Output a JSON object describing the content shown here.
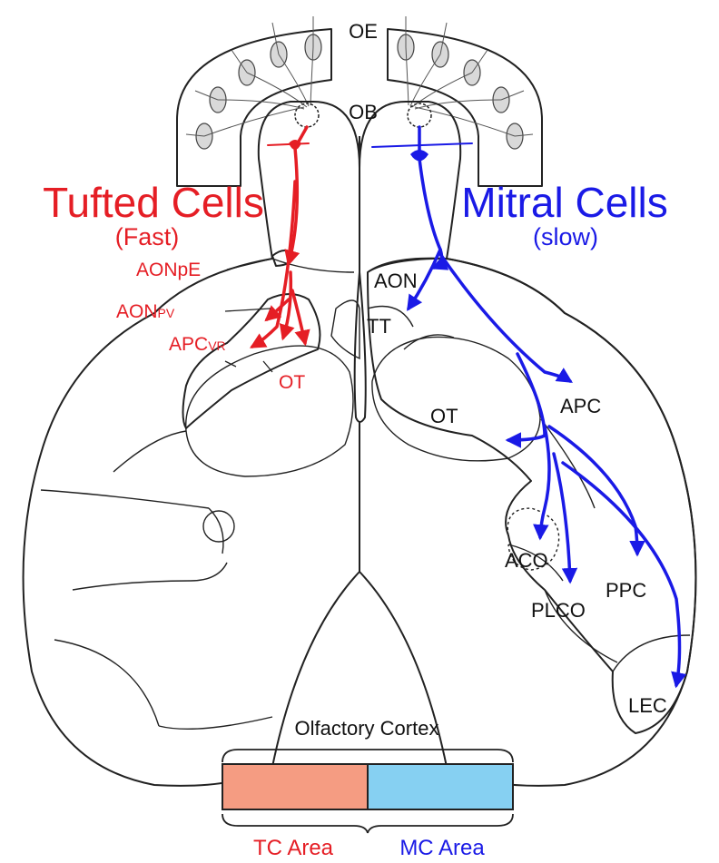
{
  "labels": {
    "oe": "OE",
    "ob": "OB",
    "tufted_title": "Tufted Cells",
    "tufted_speed": "(Fast)",
    "mitral_title": "Mitral Cells",
    "mitral_speed": "(slow)",
    "aonpe_main": "AONpE",
    "aonpv_main": "AON",
    "aonpv_sub": "PV",
    "apcvr_main": "APC",
    "apcvr_sub": "VR",
    "ot_left": "OT",
    "aon_right": "AON",
    "tt": "TT",
    "ot_right": "OT",
    "apc": "APC",
    "aco": "ACO",
    "plco": "PLCO",
    "ppc": "PPC",
    "lec": "LEC"
  },
  "legend": {
    "title": "Olfactory Cortex",
    "tc_area": "TC Area",
    "mc_area": "MC Area"
  },
  "colors": {
    "brain_fill": "#fcf2b3",
    "tc_area_fill": "#f59c82",
    "mc_area_fill": "#86d0f2",
    "tufted_red": "#e51e25",
    "mitral_blue": "#1a1ae6",
    "outline": "#222222"
  }
}
